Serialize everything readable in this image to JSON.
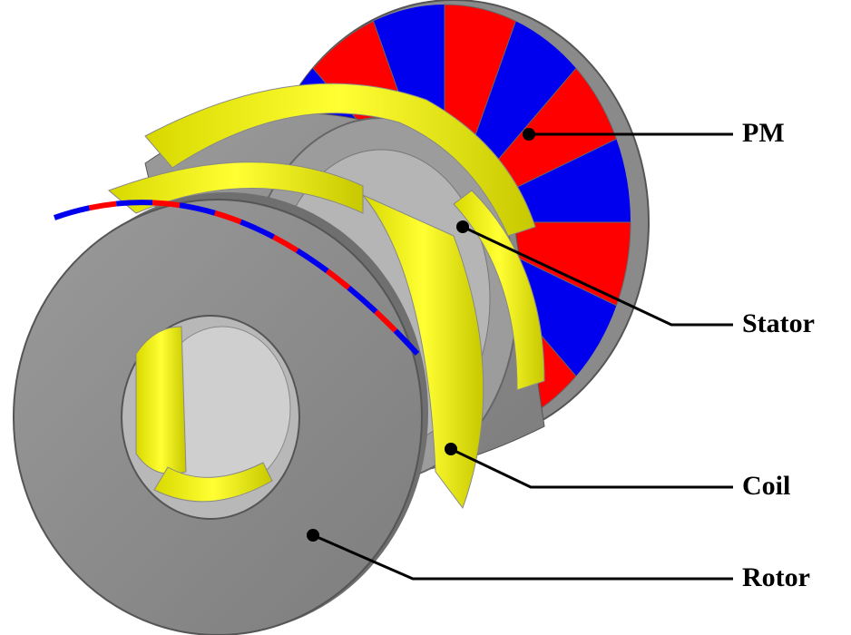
{
  "labels": {
    "pm": "PM",
    "stator": "Stator",
    "coil": "Coil",
    "rotor": "Rotor"
  },
  "colors": {
    "pm_north": "#ff0000",
    "pm_south": "#0000ee",
    "steel": "#8c8c8c",
    "coil": "#ffff00"
  }
}
